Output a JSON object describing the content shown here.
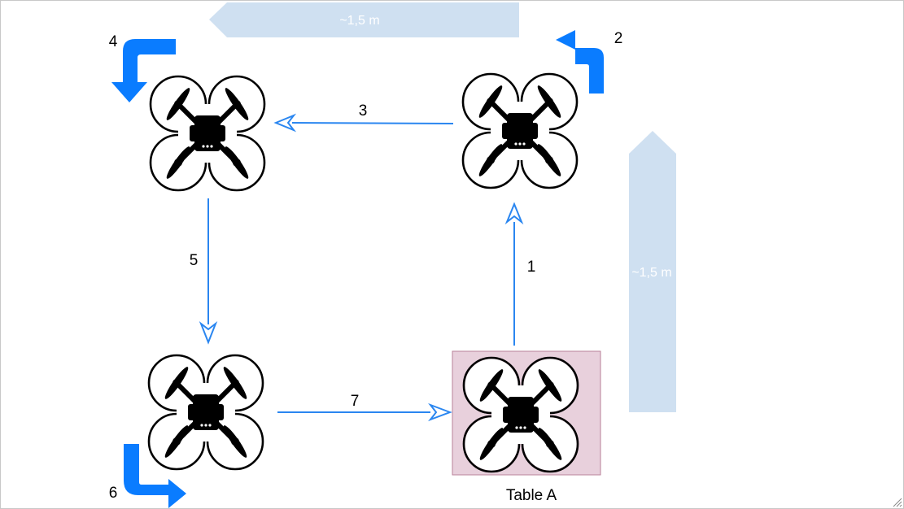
{
  "dimension_horizontal": "~1,5 m",
  "dimension_vertical": "~1,5 m",
  "step_labels": {
    "s1": "1",
    "s2": "2",
    "s3": "3",
    "s4": "4",
    "s5": "5",
    "s6": "6",
    "s7": "7"
  },
  "table_label": "Table A",
  "colors": {
    "flow_arrow": "#2a86f0",
    "turn_arrow": "#0a7cff",
    "dimension_arrow": "#cfe0f1",
    "table_fill": "#e8d0dc",
    "table_border": "#b9829a",
    "drone": "#000000"
  },
  "icons": {
    "drone": "quadcopter-icon",
    "turn": "curved-arrow-icon"
  }
}
